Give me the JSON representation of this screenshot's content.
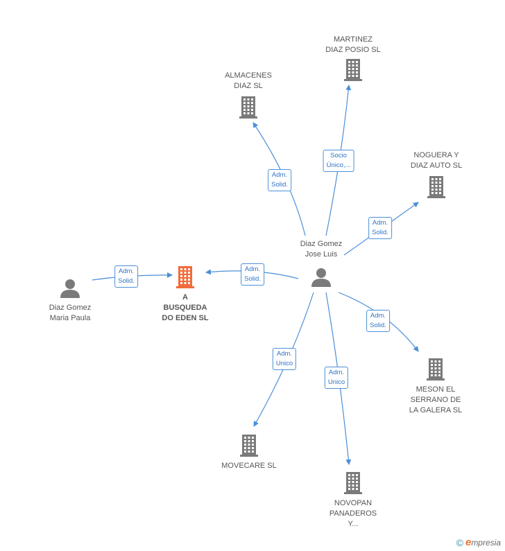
{
  "nodes": [
    {
      "id": "focus",
      "type": "company",
      "focus": true,
      "lines": [
        "A",
        "BUSQUEDA",
        "DO EDEN SL"
      ]
    },
    {
      "id": "maria",
      "type": "person",
      "lines": [
        "Diaz Gomez",
        "Maria Paula"
      ]
    },
    {
      "id": "jose",
      "type": "person",
      "lines": [
        "Diaz Gomez",
        "Jose Luis"
      ]
    },
    {
      "id": "almacenes",
      "type": "company",
      "lines": [
        "ALMACENES",
        "DIAZ SL"
      ]
    },
    {
      "id": "martinez",
      "type": "company",
      "lines": [
        "MARTINEZ",
        "DIAZ POSIO SL"
      ]
    },
    {
      "id": "noguera",
      "type": "company",
      "lines": [
        "NOGUERA Y",
        "DIAZ AUTO SL"
      ]
    },
    {
      "id": "meson",
      "type": "company",
      "lines": [
        "MESON EL",
        "SERRANO DE",
        "LA GALERA SL"
      ]
    },
    {
      "id": "movecare",
      "type": "company",
      "lines": [
        "MOVECARE  SL"
      ]
    },
    {
      "id": "novopan",
      "type": "company",
      "lines": [
        "NOVOPAN",
        "PANADEROS",
        "Y..."
      ]
    }
  ],
  "edges": [
    {
      "from": "maria",
      "to": "focus",
      "lines": [
        "Adm.",
        "Solid."
      ]
    },
    {
      "from": "jose",
      "to": "focus",
      "lines": [
        "Adm.",
        "Solid."
      ]
    },
    {
      "from": "jose",
      "to": "almacenes",
      "lines": [
        "Adm.",
        "Solid."
      ]
    },
    {
      "from": "jose",
      "to": "martinez",
      "lines": [
        "Socio",
        "Único,..."
      ]
    },
    {
      "from": "jose",
      "to": "noguera",
      "lines": [
        "Adm.",
        "Solid."
      ]
    },
    {
      "from": "jose",
      "to": "meson",
      "lines": [
        "Adm.",
        "Solid."
      ]
    },
    {
      "from": "jose",
      "to": "movecare",
      "lines": [
        "Adm.",
        "Unico"
      ]
    },
    {
      "from": "jose",
      "to": "novopan",
      "lines": [
        "Adm.",
        "Unico"
      ]
    }
  ],
  "colors": {
    "focus_company": "#f26b3a",
    "company": "#7a7a7a",
    "person": "#7a7a7a",
    "edge": "#4a8fd8",
    "edge_text": "#2f73c4"
  },
  "footer": {
    "copyright_symbol": "©",
    "brand_initial": "e",
    "brand_rest": "mpresia"
  }
}
